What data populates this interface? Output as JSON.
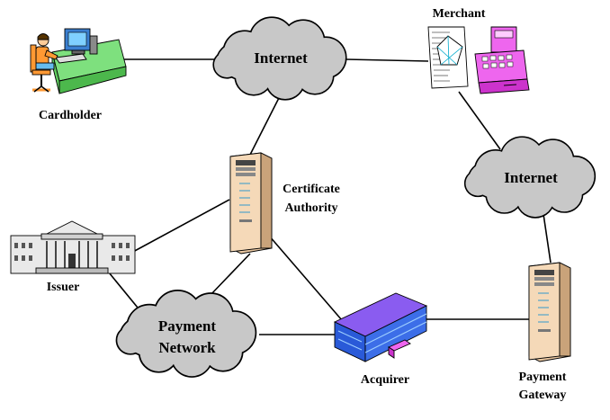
{
  "nodes": {
    "cardholder": {
      "label": "Cardholder",
      "icon": "cardholder-workstation-icon"
    },
    "merchant": {
      "label": "Merchant",
      "icon": "merchant-cash-register-icon"
    },
    "certificate_authority": {
      "label_lines": [
        "Certificate",
        "Authority"
      ],
      "icon": "server-tower-icon"
    },
    "issuer": {
      "label": "Issuer",
      "icon": "bank-building-icon"
    },
    "acquirer": {
      "label": "Acquirer",
      "icon": "office-building-icon"
    },
    "payment_gateway": {
      "label_lines": [
        "Payment",
        "Gateway"
      ],
      "icon": "server-tower-icon"
    }
  },
  "clouds": {
    "internet_top": {
      "label": "Internet"
    },
    "internet_right": {
      "label": "Internet"
    },
    "payment_network": {
      "label_lines": [
        "Payment",
        "Network"
      ]
    }
  },
  "connections": [
    [
      "cardholder",
      "internet_top"
    ],
    [
      "internet_top",
      "merchant"
    ],
    [
      "internet_top",
      "certificate_authority"
    ],
    [
      "merchant",
      "internet_right"
    ],
    [
      "internet_right",
      "payment_gateway"
    ],
    [
      "certificate_authority",
      "issuer"
    ],
    [
      "certificate_authority",
      "payment_network"
    ],
    [
      "certificate_authority",
      "acquirer"
    ],
    [
      "issuer",
      "payment_network"
    ],
    [
      "payment_network",
      "acquirer"
    ],
    [
      "acquirer",
      "payment_gateway"
    ]
  ],
  "colors": {
    "cloud": "#c8c8c8",
    "desk": "#7ee07e",
    "person": "#ff9933",
    "monitor": "#3a7fd0",
    "server": "#f5d9b8",
    "register": "#ee66ee",
    "building_roof": "#8a5cf0",
    "building_windows": "#2a5ad8",
    "bank": "#e9e9e9"
  }
}
